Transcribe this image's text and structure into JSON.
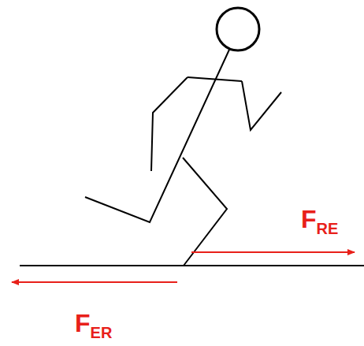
{
  "diagram": {
    "labels": [
      "F",
      "RE",
      "F",
      "ER"
    ]
  }
}
